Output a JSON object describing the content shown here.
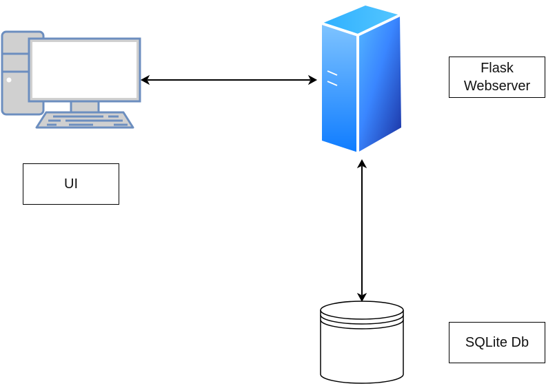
{
  "labels": {
    "ui": "UI",
    "webserver": "Flask\nWebserver",
    "database": "SQLite Db"
  },
  "colors": {
    "monitor_fill": "#d0d0d0",
    "monitor_stroke": "#6c8ebf",
    "server_top": "#2fa8ff",
    "server_bottom": "#1a2f9e",
    "line": "#000000"
  },
  "icons": {
    "client": "desktop-computer-icon",
    "server": "server-tower-icon",
    "database": "database-cylinder-icon"
  }
}
